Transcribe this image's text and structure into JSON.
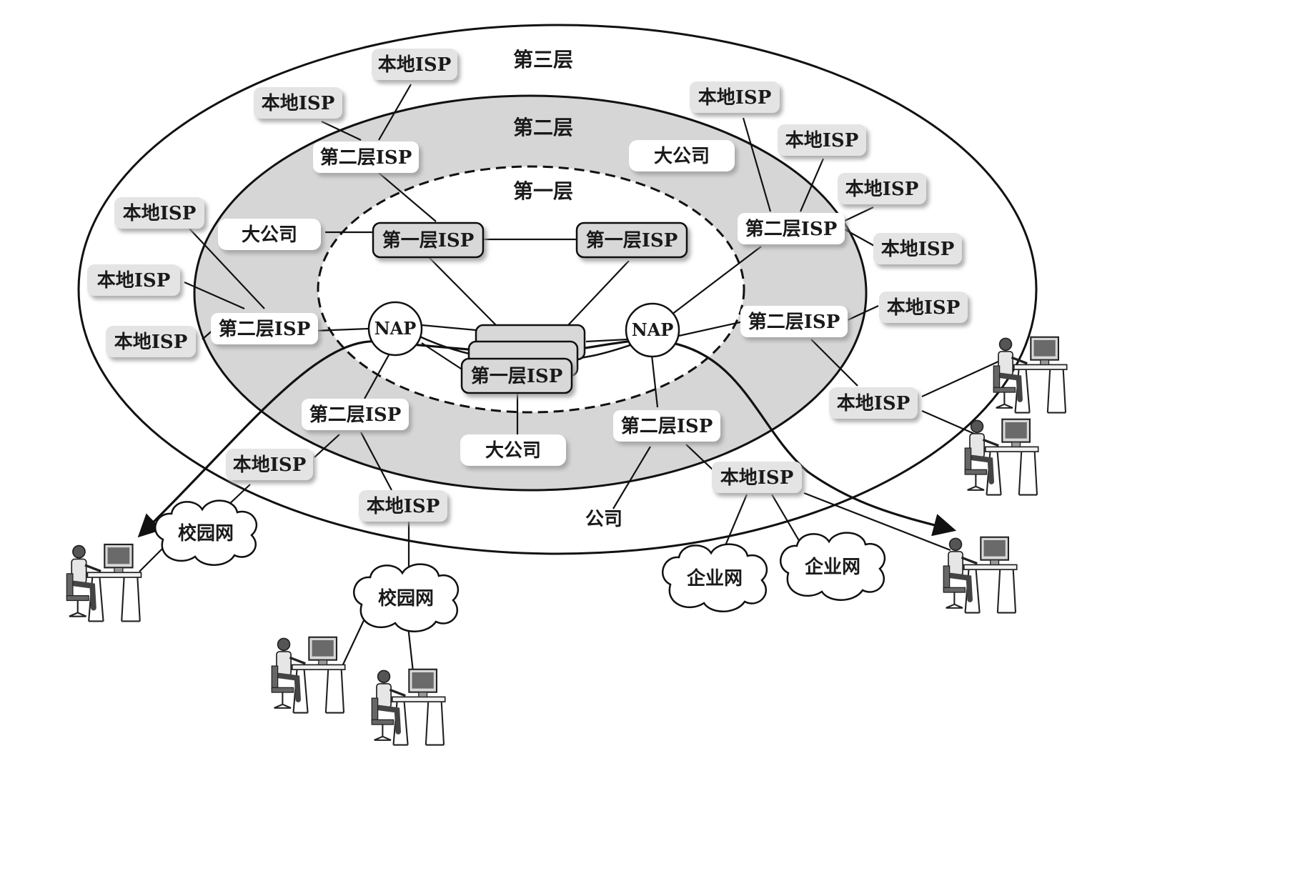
{
  "tiers": {
    "tier3": "第三层",
    "tier2": "第二层",
    "tier1": "第一层"
  },
  "nodes": {
    "local_isp": "本地ISP",
    "tier2_isp": "第二层ISP",
    "tier1_isp": "第一层ISP",
    "big_company": "大公司",
    "company": "公司",
    "nap": "NAP",
    "campus_net": "校园网",
    "enterprise_net": "企业网"
  }
}
